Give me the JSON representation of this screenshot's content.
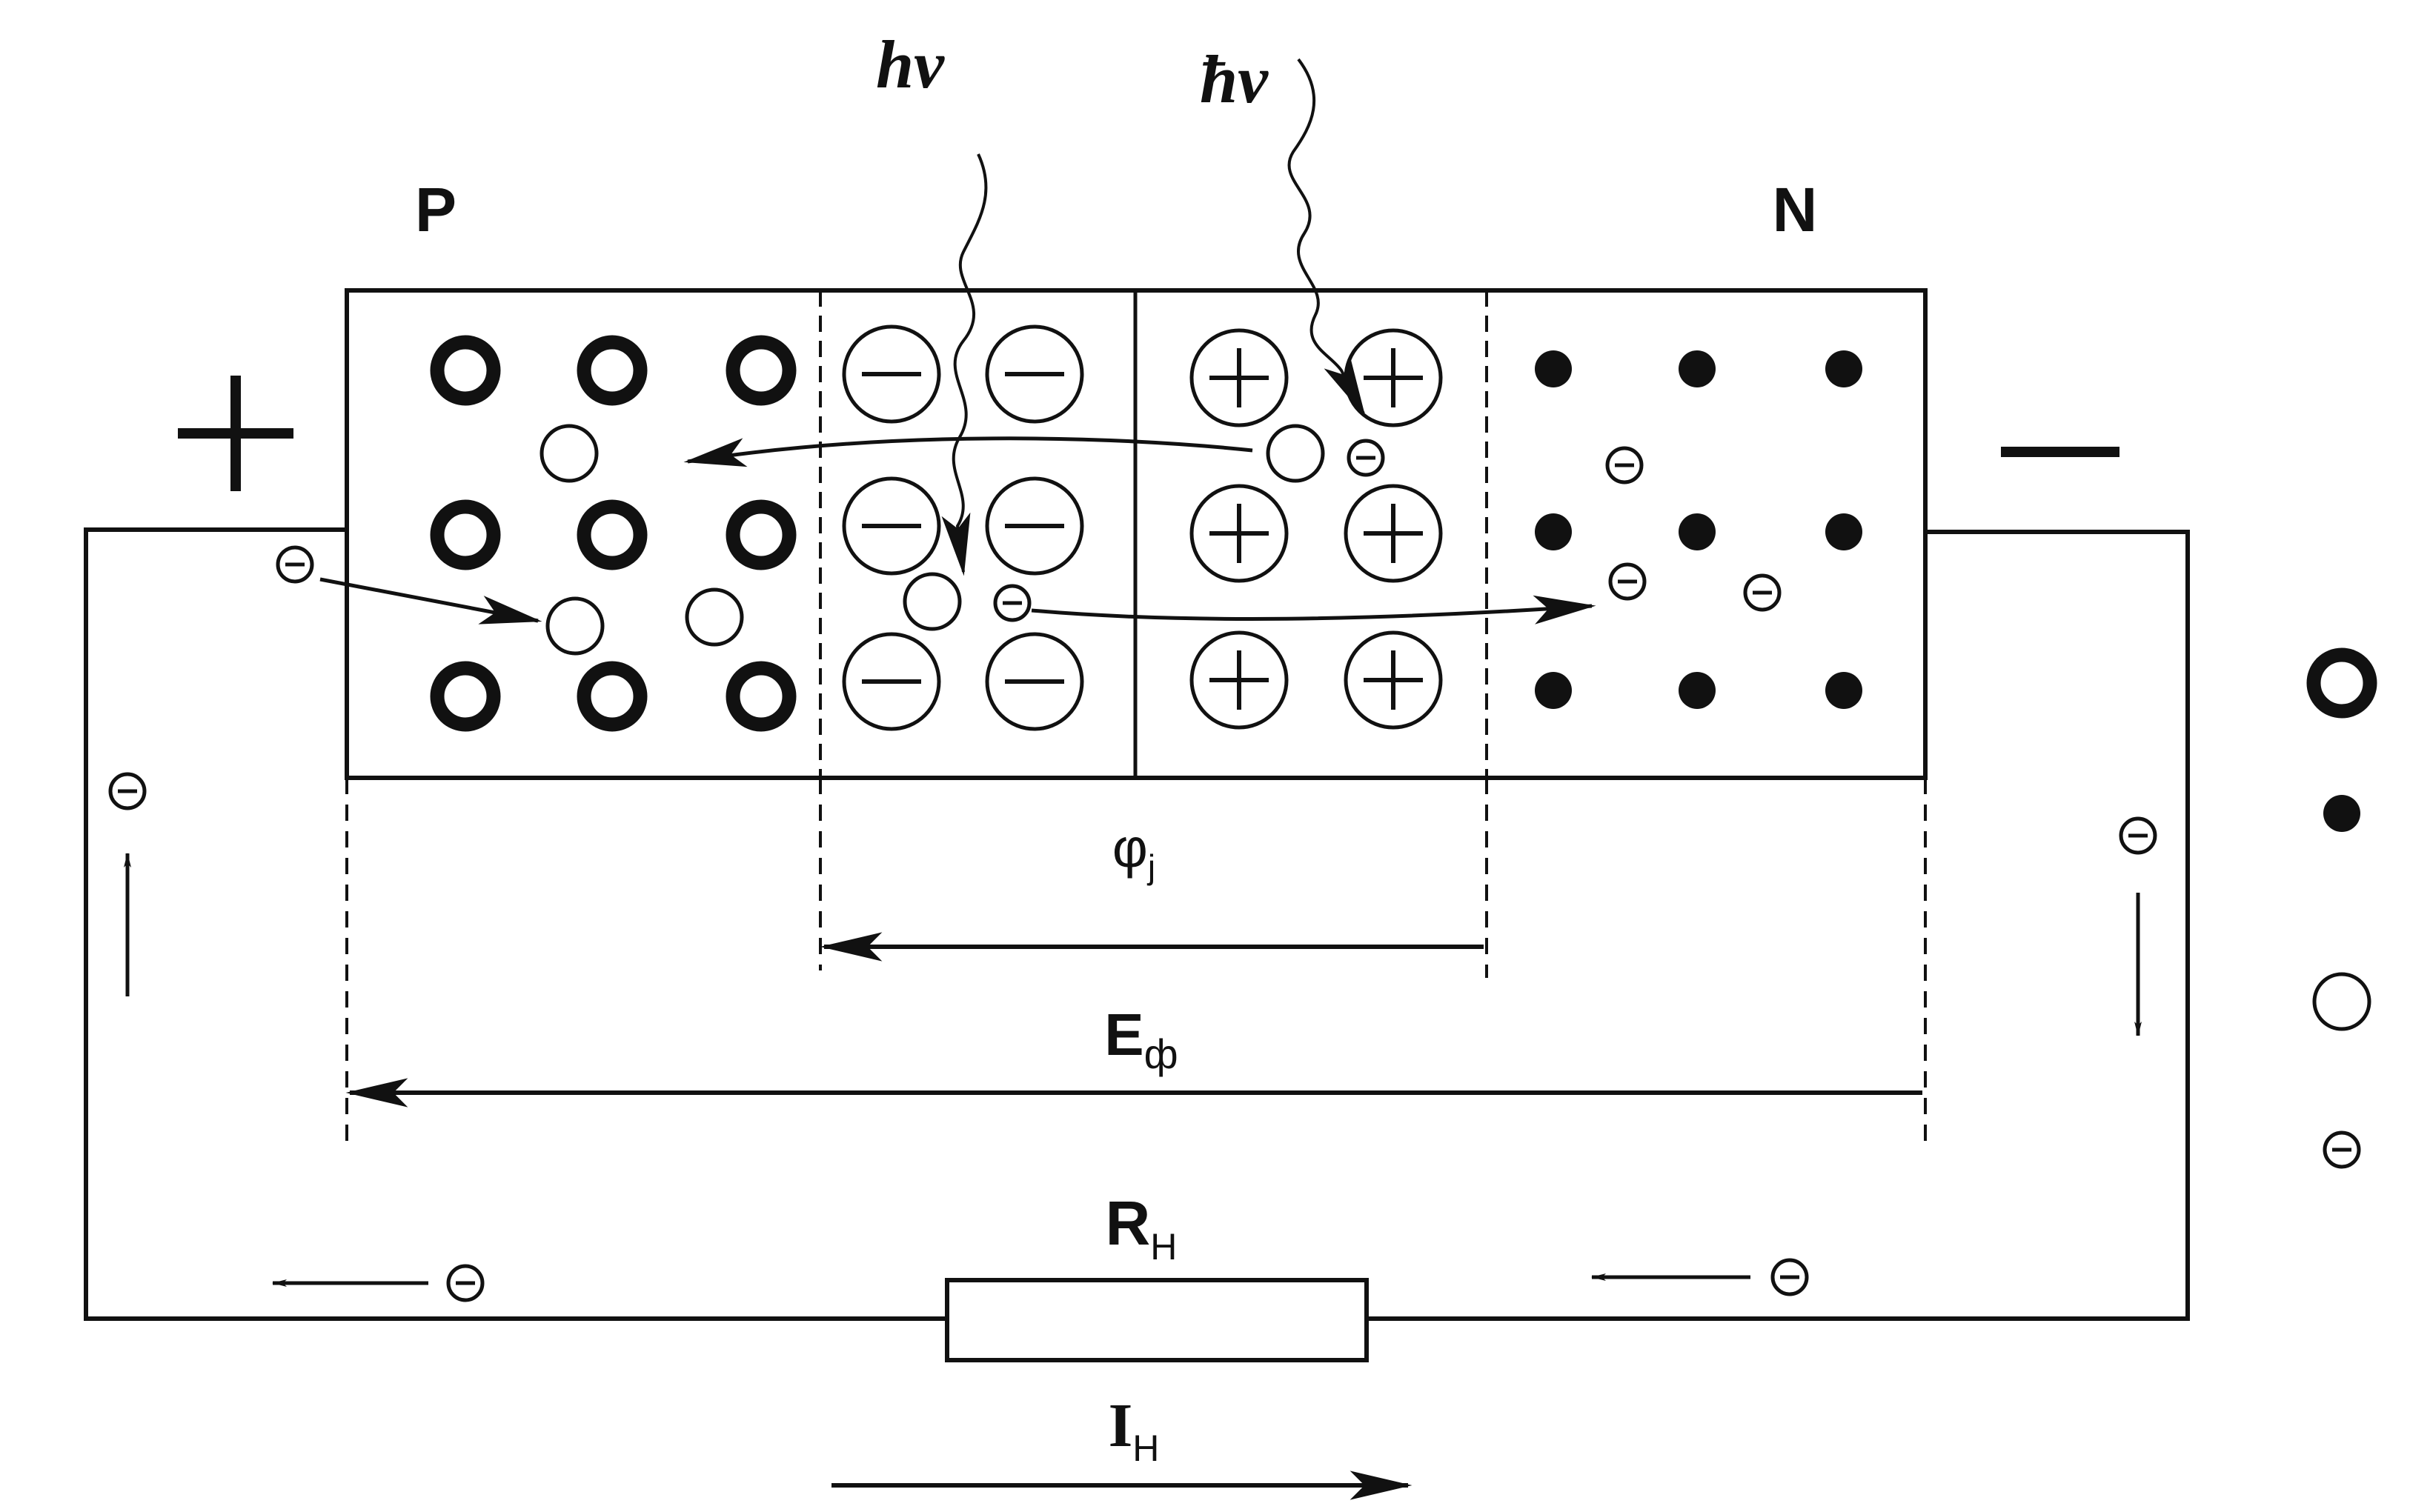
{
  "labels": {
    "p_region": "P",
    "n_region": "N",
    "photon_left": "hν",
    "photon_right": "ħν",
    "plus_terminal": "+",
    "minus_terminal": "−",
    "junction_potential": {
      "main": "φ",
      "sub": "j"
    },
    "photo_emf": {
      "main": "E",
      "sub": "ф"
    },
    "load_resistance": {
      "main": "R",
      "sub": "Н"
    },
    "load_current": {
      "main": "I",
      "sub": "Н"
    }
  },
  "colors": {
    "ink": "#111111",
    "background": "#ffffff"
  },
  "legend": {
    "items": [
      {
        "icon": "hole-bold-ring-icon"
      },
      {
        "icon": "donor-filled-dot-icon"
      },
      {
        "icon": "hole-open-circle-icon"
      },
      {
        "icon": "electron-icon"
      }
    ]
  }
}
